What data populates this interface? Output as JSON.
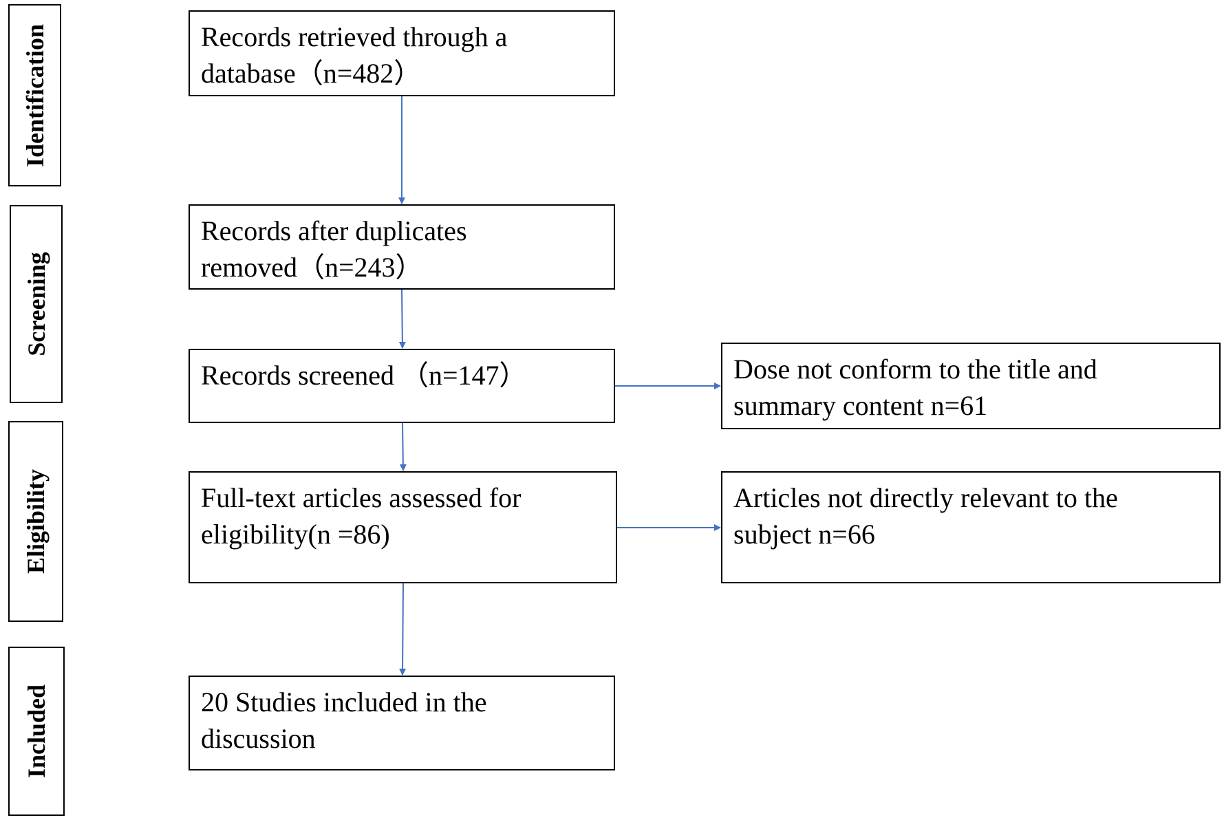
{
  "stages": [
    {
      "id": "identification",
      "label": "Identification"
    },
    {
      "id": "screening",
      "label": "Screening"
    },
    {
      "id": "eligibility",
      "label": "Eligibility"
    },
    {
      "id": "included",
      "label": "Included"
    }
  ],
  "boxes": {
    "retrieved": {
      "line1": "Records retrieved through a",
      "line2": "database（n=482）"
    },
    "deduplicated": {
      "line1": "Records after duplicates",
      "line2": "removed（n=243）"
    },
    "screened": {
      "line1": "Records screened （n=147）"
    },
    "excluded_title": {
      "line1": "Dose not conform to the title and",
      "line2": "summary content n=61"
    },
    "fulltext": {
      "line1": "Full-text articles assessed for",
      "line2": "eligibility(n =86)"
    },
    "excluded_subject": {
      "line1": "Articles not directly relevant to the",
      "line2": "subject n=66"
    },
    "included": {
      "line1": "20 Studies included in the",
      "line2": "discussion"
    }
  },
  "colors": {
    "arrow": "#4472C4",
    "border": "#000000"
  }
}
